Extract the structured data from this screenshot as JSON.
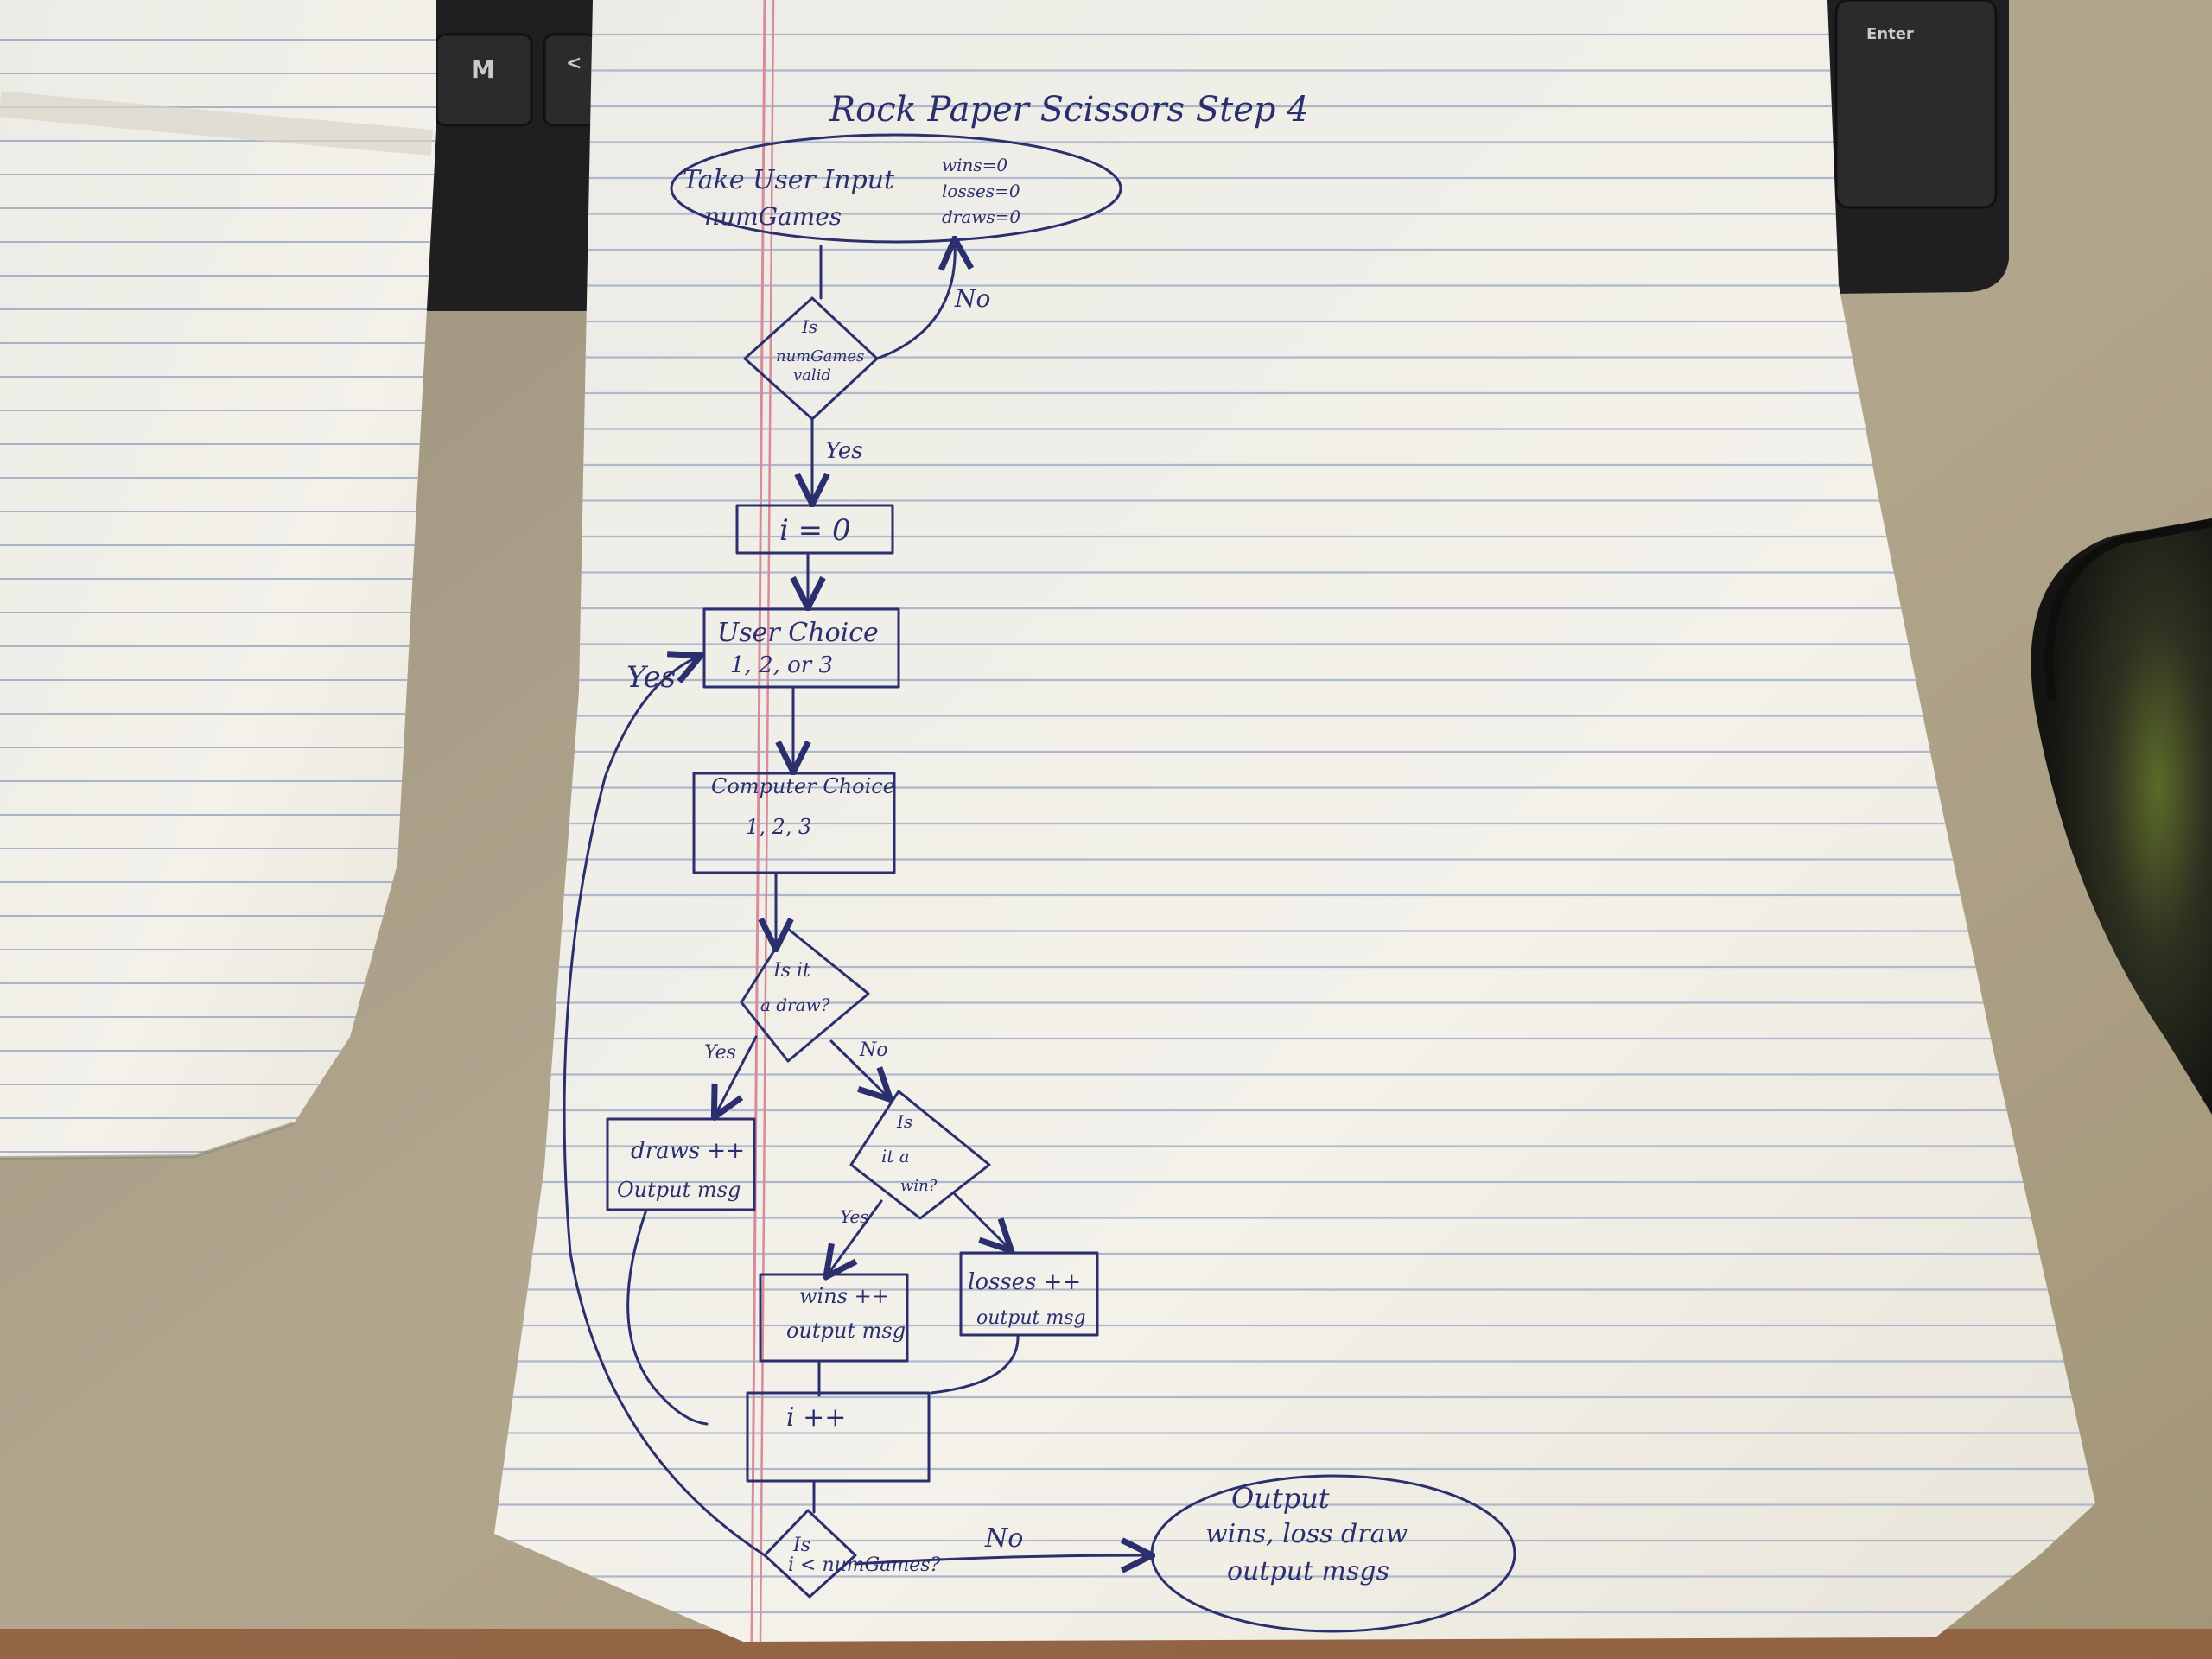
{
  "flowchart": {
    "title": "Rock Paper Scissors Step 4",
    "start": {
      "line1": "Take User Input",
      "line2": "numGames",
      "vars": [
        "wins=0",
        "losses=0",
        "draws=0"
      ]
    },
    "valid_check": {
      "line1": "Is",
      "line2": "numGames",
      "line3": "valid"
    },
    "labels": {
      "no_valid": "No",
      "yes_valid": "Yes",
      "loop_yes": "Yes",
      "draw_yes": "Yes",
      "draw_no": "No",
      "win_yes": "Yes",
      "loop_no": "No"
    },
    "init": "i = 0",
    "user_choice": {
      "line1": "User Choice",
      "line2": "1, 2, or 3"
    },
    "computer_choice": {
      "line1": "Computer Choice",
      "line2": "1, 2, 3"
    },
    "draw_check": {
      "line1": "Is it",
      "line2": "a draw?"
    },
    "draws_box": {
      "line1": "draws ++",
      "line2": "Output msg"
    },
    "win_check": {
      "line1": "Is",
      "line2": "it a",
      "line3": "win?"
    },
    "wins_box": {
      "line1": "wins ++",
      "line2": "output msg"
    },
    "losses_box": {
      "line1": "losses ++",
      "line2": "output msg"
    },
    "increment": "i ++",
    "loop_check": {
      "line1": "Is",
      "line2": "i < numGames?"
    },
    "end": {
      "line1": "Output",
      "line2": "wins, loss draw",
      "line3": "output msgs"
    }
  },
  "keyboard": {
    "keys": [
      "M",
      "<",
      "Enter"
    ]
  },
  "colors": {
    "desk": "#a89c84",
    "paper": "#f1efe8",
    "rule_line": "#aeb8cc",
    "margin_line": "#d98b9a",
    "ink": "#2b2f6e",
    "keyboard": "#1f1f21",
    "mouse": "#2a2a24"
  }
}
